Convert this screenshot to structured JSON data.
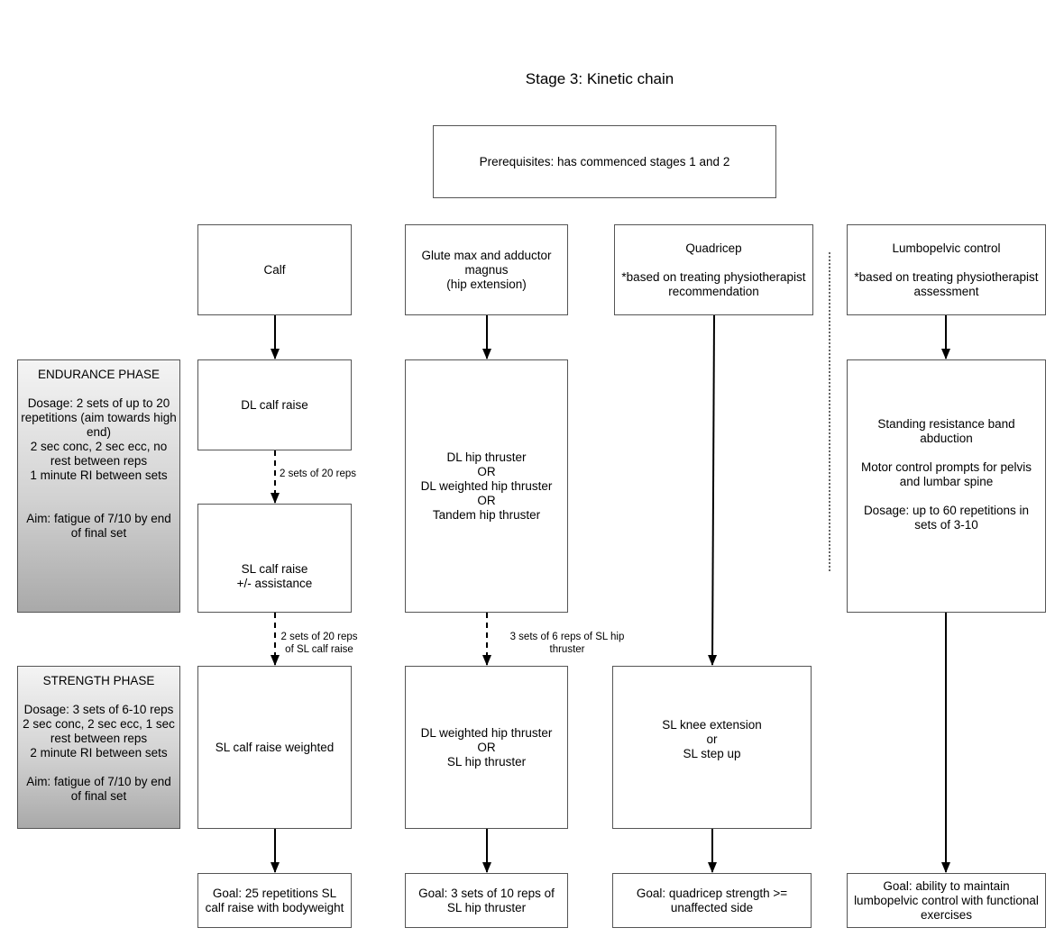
{
  "title": "Stage 3: Kinetic chain",
  "prerequisites": "Prerequisites: has commenced stages 1 and 2",
  "headers": {
    "calf": "Calf",
    "glute": "Glute max and adductor magnus\n(hip extension)",
    "quad": "Quadricep\n\n*based on treating physiotherapist recommendation",
    "lumbo": "Lumbopelvic control\n\n*based on treating physiotherapist assessment"
  },
  "endurance": {
    "text": "ENDURANCE PHASE\n\nDosage: 2 sets of up to 20 repetitions (aim towards high end)\n2 sec conc, 2 sec ecc, no rest between reps\n1 minute RI between sets\n\n\nAim: fatigue of 7/10 by end of final set"
  },
  "strength": {
    "text": "STRENGTH PHASE\n\nDosage: 3 sets of 6-10 reps\n2 sec conc, 2 sec ecc, 1 sec rest between reps\n2 minute RI between sets\n\nAim: fatigue of 7/10 by end of final set"
  },
  "exercises": {
    "dl_calf": "DL calf raise",
    "sl_calf": "SL calf raise\n+/- assistance",
    "hip_thruster": "DL hip thruster\nOR\nDL weighted hip thruster\nOR\nTandem hip thruster",
    "lumbo_band": "Standing resistance band abduction\n\nMotor control prompts for pelvis and lumbar spine\n\nDosage: up to 60 repetitions in sets of 3-10",
    "sl_calf_weighted": "SL calf raise weighted",
    "dl_weighted_hip": "DL weighted hip thruster\nOR\nSL hip thruster",
    "sl_knee": "SL knee extension\nor\nSL step up"
  },
  "progressions": {
    "calf_1": "2 sets of 20 reps",
    "calf_2": "2 sets of 20 reps of SL calf raise",
    "hip_1": "3 sets of 6 reps of SL hip thruster"
  },
  "goals": {
    "calf": "Goal: 25 repetitions SL calf raise with bodyweight",
    "glute": "Goal: 3 sets of 10 reps of SL hip thruster",
    "quad": "Goal: quadricep strength >= unaffected side",
    "lumbo": "Goal: ability to maintain lumbopelvic control with functional exercises"
  }
}
